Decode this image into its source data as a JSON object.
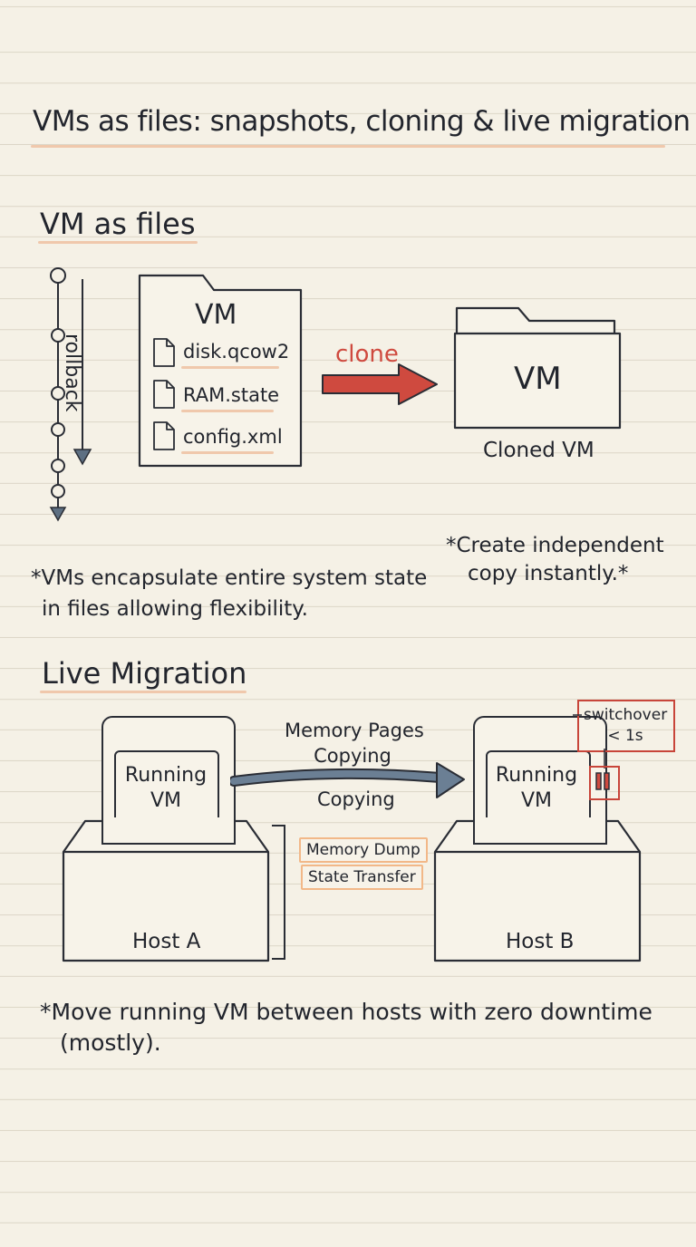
{
  "title": "VMs as files: snapshots, cloning & live migration",
  "section1": {
    "heading": "VM as files",
    "timeline_label": "rollback",
    "folder_title": "VM",
    "files": [
      "disk.qcow2",
      "RAM.state",
      "config.xml"
    ],
    "clone_label": "clone",
    "clone_folder_title": "VM",
    "clone_caption": "Cloned VM",
    "note_left": [
      "*VMs encapsulate entire system state",
      "in files allowing flexibility."
    ],
    "note_right": [
      "*Create independent",
      "copy instantly.*"
    ]
  },
  "section2": {
    "heading": "Live Migration",
    "host_a": {
      "vm_label": [
        "Running",
        "VM"
      ],
      "host_label": "Host A"
    },
    "host_b": {
      "vm_label": [
        "Running",
        "VM"
      ],
      "host_label": "Host B"
    },
    "arrow_top_label": [
      "Memory Pages",
      "Copying"
    ],
    "arrow_bottom_label": "Copying",
    "boxes": [
      "Memory Dump",
      "State Transfer"
    ],
    "switchover": [
      "switchover",
      "< 1s"
    ],
    "note": [
      "*Move running VM between hosts with zero downtime",
      "(mostly)."
    ]
  },
  "colors": {
    "accent_red": "#cf4a3f",
    "arrow_blue": "#6b7f94",
    "highlight_orange": "#f0c8ac",
    "ink": "#22252d"
  }
}
